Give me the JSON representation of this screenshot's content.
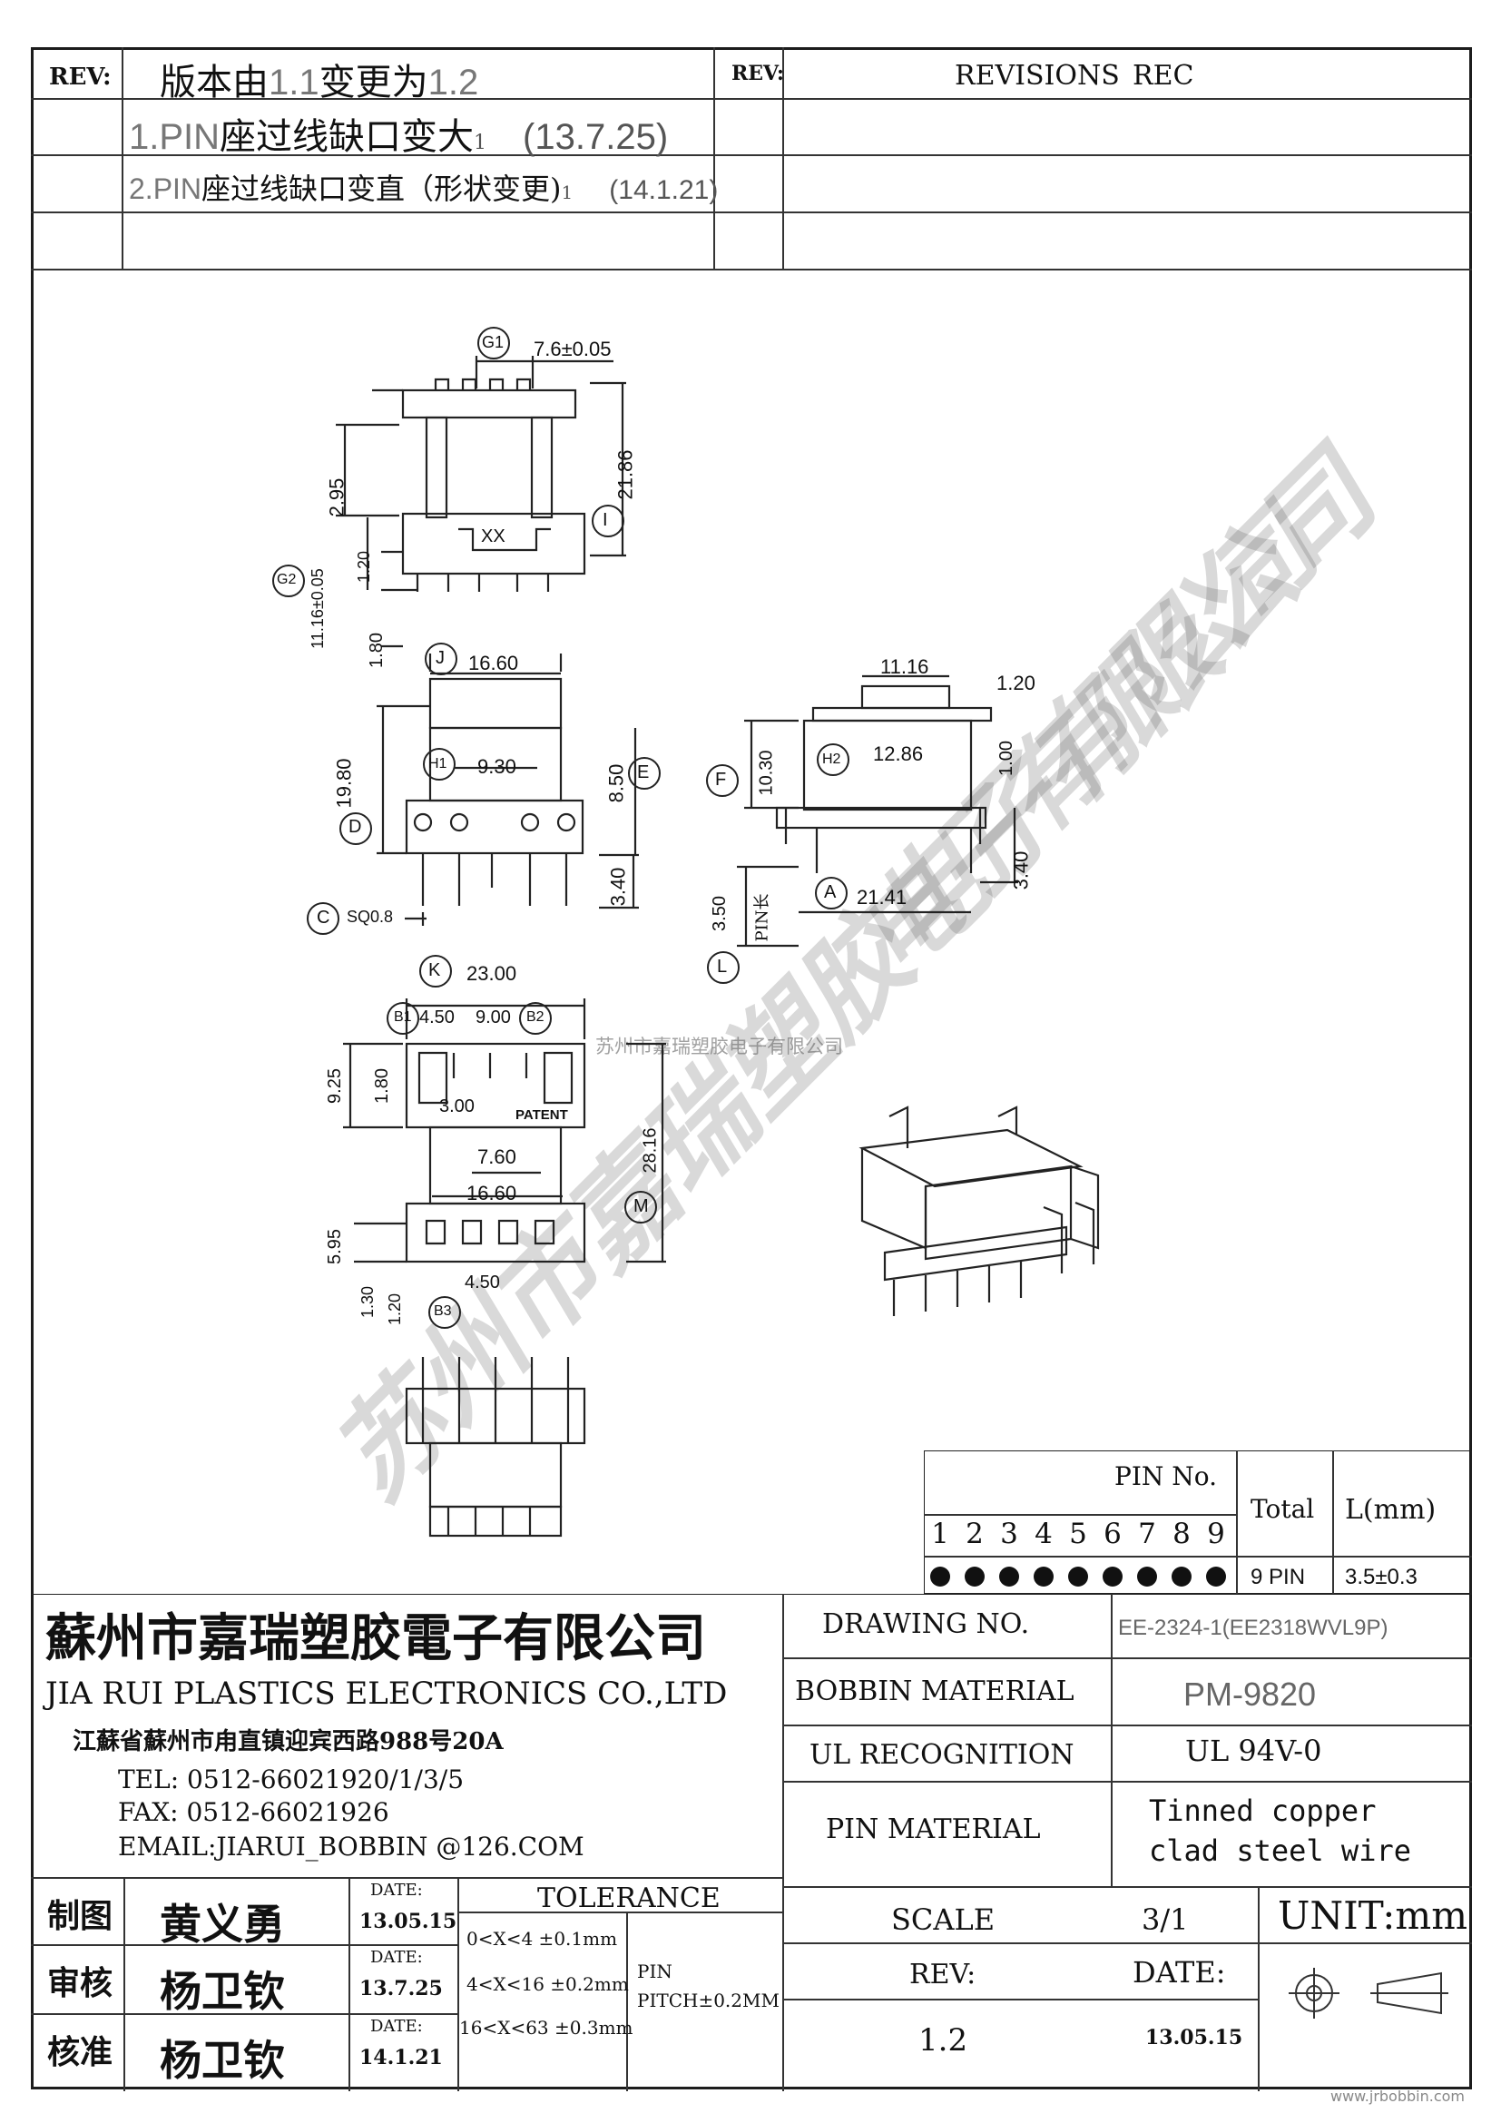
{
  "revisions": {
    "rev_label": "REV:",
    "rev_label_2": "REV:",
    "header_right": "REVISIONS",
    "header_rec": "REC",
    "rows": [
      {
        "prefix": "版本由",
        "mid1": "1.1",
        "text": "变更为",
        "mid2": "1.2",
        "date": ""
      },
      {
        "prefix": "1.PIN",
        "text": "座过线缺口变大",
        "mark": "1",
        "date": "(13.7.25)"
      },
      {
        "prefix": "2.PIN",
        "text": "座过线缺口变直（形状变更)",
        "mark": "1",
        "date": "(14.1.21)"
      }
    ]
  },
  "dimensions": {
    "G1": "G1",
    "d_7_6": "7.6±0.05",
    "d_2_95": "2.95",
    "d_21_86": "21.86",
    "I": "I",
    "d_1_20": "1.20",
    "d_11_16": "11.16±0.05",
    "G2": "G2",
    "d_1_80": "1.80",
    "XX": "XX",
    "J": "J",
    "d_16_60": "16.60",
    "H1": "H1",
    "d_9_30": "9.30",
    "d_19_80": "19.80",
    "d_8_50": "8.50",
    "E": "E",
    "D": "D",
    "d_3_40": "3.40",
    "C": "C",
    "sq": "SQ0.8",
    "d_11_16b": "11.16",
    "d_1_20b": "1.20",
    "H2": "H2",
    "d_12_86": "12.86",
    "F": "F",
    "d_10_30": "10.30",
    "d_1_00": "1.00",
    "A": "A",
    "d_21_41": "21.41",
    "d_3_40b": "3.40",
    "d_3_50": "3.50",
    "pin_len": "PIN长",
    "L": "L",
    "K": "K",
    "d_23_00": "23.00",
    "B1": "B1",
    "d_4_50": "4.50",
    "d_9_00": "9.00",
    "B2": "B2",
    "d_9_25": "9.25",
    "d_1_80b": "1.80",
    "d_3_00": "3.00",
    "patent": "PATENT",
    "d_7_60": "7.60",
    "d_16_60b": "16.60",
    "d_28_16": "28.16",
    "M": "M",
    "d_5_95": "5.95",
    "d_4_50b": "4.50",
    "d_1_30": "1.30",
    "d_1_20c": "1.20",
    "B3": "B3"
  },
  "watermark": {
    "big": "苏州市嘉瑞塑胶电子有限公司",
    "big2": "电子有限公司",
    "small": "苏州市嘉瑞塑胶电子有限公司"
  },
  "pin_table": {
    "header": "PIN No.",
    "total_label": "Total",
    "length_label": "L(mm)",
    "pins": [
      "1",
      "2",
      "3",
      "4",
      "5",
      "6",
      "7",
      "8",
      "9"
    ],
    "total_value": "9 PIN",
    "length_value": "3.5±0.3"
  },
  "company": {
    "name_cn": "蘇州市嘉瑞塑胶電子有限公司",
    "name_en": "JIA RUI PLASTICS ELECTRONICS CO.,LTD",
    "address": "江蘇省蘇州市甪直镇迎宾西路988号20A",
    "tel": "TEL: 0512-66021920/1/3/5",
    "fax": "FAX: 0512-66021926",
    "email": "EMAIL:JIARUI_BOBBIN @126.COM"
  },
  "title_block": {
    "drawing_no_label": "DRAWING  NO.",
    "drawing_no_value": "EE-2324-1(EE2318WVL9P)",
    "bobbin_label": "BOBBIN  MATERIAL",
    "bobbin_value": "PM-9820",
    "ul_label": "UL RECOGNITION",
    "ul_value": "UL 94V-0",
    "pin_mat_label": "PIN MATERIAL",
    "pin_mat_value_1": "Tinned copper",
    "pin_mat_value_2": "clad steel wire",
    "scale_label": "SCALE",
    "scale_value": "3/1",
    "rev_label": "REV:",
    "rev_value": "1.2",
    "unit": "UNIT:mm",
    "date_label": "DATE:",
    "date_value": "13.05.15"
  },
  "signatures": [
    {
      "role": "制图",
      "name": "黄义勇",
      "date_label": "DATE:",
      "date": "13.05.15"
    },
    {
      "role": "审核",
      "name": "杨卫钦",
      "date_label": "DATE:",
      "date": "13.7.25"
    },
    {
      "role": "核准",
      "name": "杨卫钦",
      "date_label": "DATE:",
      "date": "14.1.21"
    }
  ],
  "tolerance": {
    "title": "TOLERANCE",
    "lines": [
      "0<X<4  ±0.1mm",
      "4<X<16 ±0.2mm",
      "16<X<63 ±0.3mm"
    ],
    "pin_label": "PIN",
    "pin_pitch": "PITCH±0.2MM"
  },
  "url": "www.jrbobbin.com"
}
